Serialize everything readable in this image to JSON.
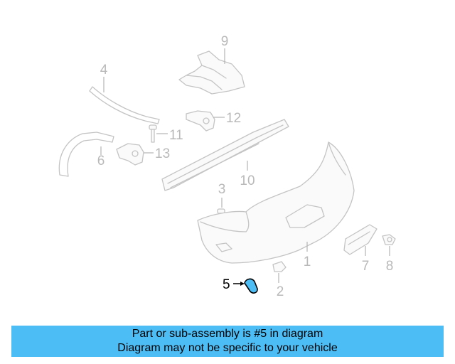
{
  "callouts": {
    "c1": "1",
    "c2": "2",
    "c3": "3",
    "c4": "4",
    "c5": "5",
    "c6": "6",
    "c7": "7",
    "c8": "8",
    "c9": "9",
    "c10": "10",
    "c11": "11",
    "c12": "12",
    "c13": "13"
  },
  "highlight": {
    "part": "5",
    "color": "#4dbdf5"
  },
  "banner": {
    "line1": "Part or sub-assembly is #5 in diagram",
    "line2": "Diagram may not be specific to your vehicle",
    "color": "#4dbdf5"
  }
}
